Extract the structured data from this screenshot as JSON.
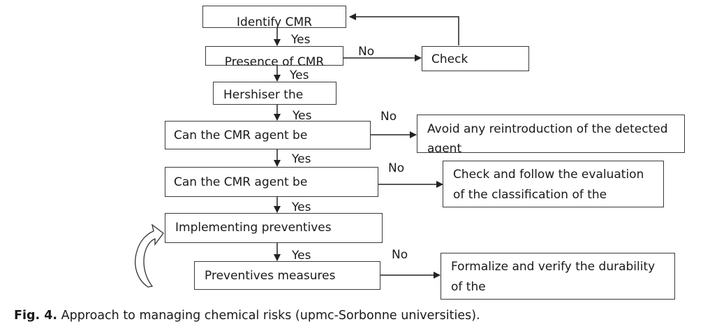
{
  "nodes": {
    "identify": "Identify CMR",
    "presence": "Presence of CMR",
    "check": "Check",
    "hershiser": "Hershiser the",
    "can1": "Can the CMR agent be",
    "avoid_line1": "Avoid any reintroduction of the detected",
    "avoid_line2": "agent",
    "can2": "Can the CMR agent be",
    "follow_line1": "Check and follow the evaluation",
    "follow_line2": "of the classification of the",
    "implementing": "Implementing preventives",
    "preventives": "Preventives measures",
    "formalize_line1": "Formalize and verify the durability",
    "formalize_line2": "of the"
  },
  "edges": {
    "yes": "Yes",
    "no": "No"
  },
  "caption": {
    "label": "Fig. 4.",
    "text": " Approach to managing chemical risks (upmc-Sorbonne universities)."
  }
}
